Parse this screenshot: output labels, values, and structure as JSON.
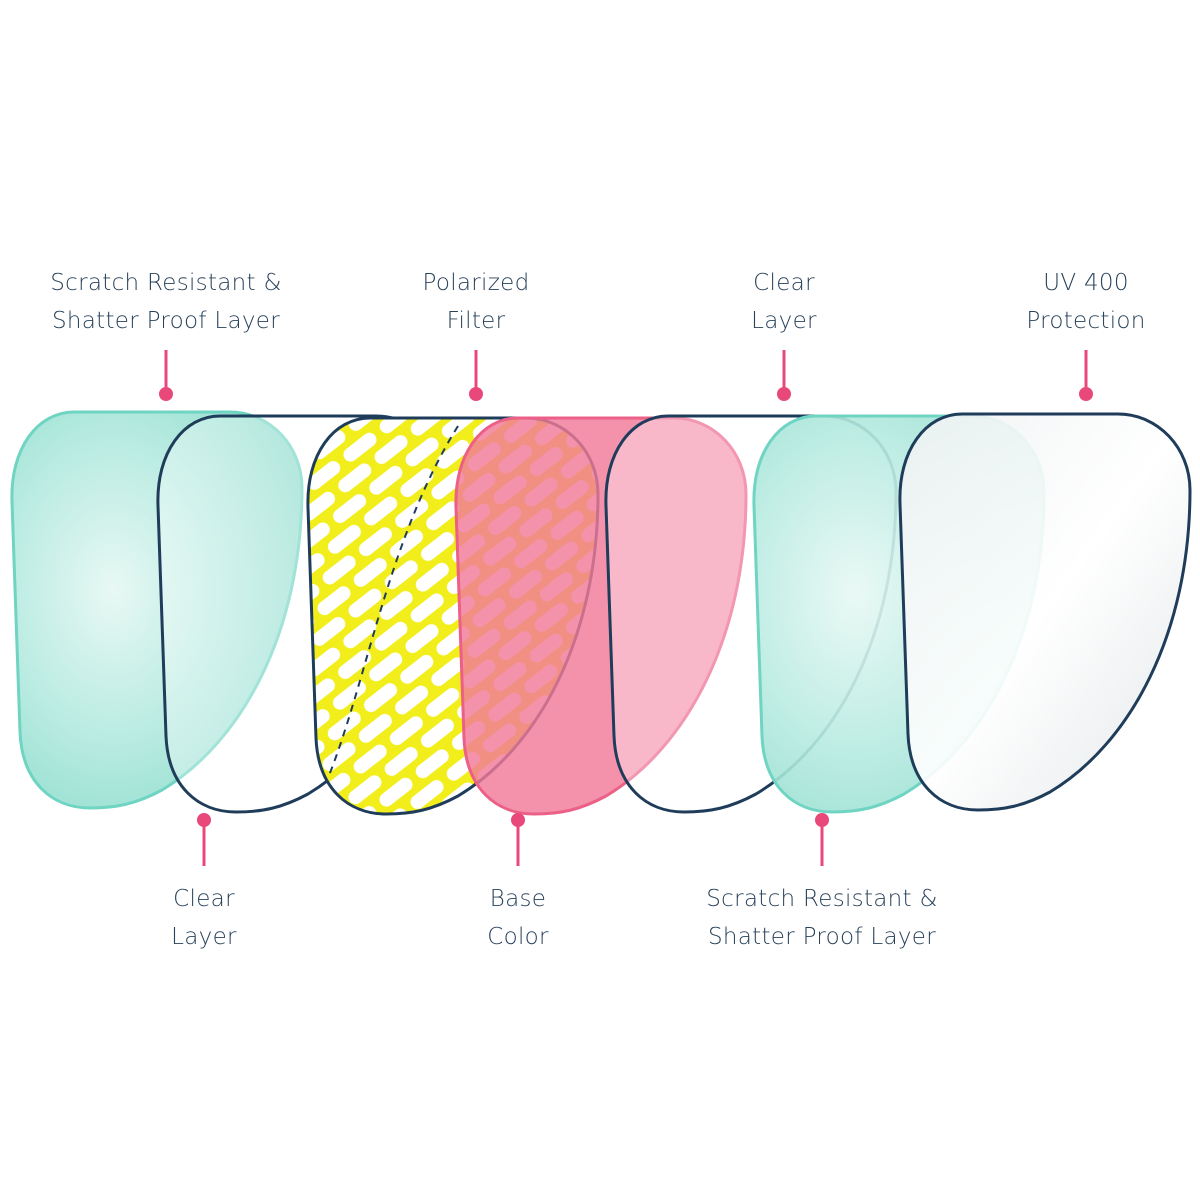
{
  "colors": {
    "teal": "#9fe3d7",
    "teal_edge": "#6fd4c2",
    "navy": "#1f3d5a",
    "yellow": "#f2ee1c",
    "pink": "#f27a9a",
    "pink_edge": "#ec5f87",
    "marker": "#e8497a",
    "text": "#28425a"
  },
  "labels": {
    "top": [
      {
        "line1": "Scratch Resistant &",
        "line2": "Shatter Proof Layer"
      },
      {
        "line1": "Polarized",
        "line2": "Filter"
      },
      {
        "line1": "Clear",
        "line2": "Layer"
      },
      {
        "line1": "UV 400",
        "line2": "Protection"
      }
    ],
    "bottom": [
      {
        "line1": "Clear",
        "line2": "Layer"
      },
      {
        "line1": "Base",
        "line2": "Color"
      },
      {
        "line1": "Scratch Resistant &",
        "line2": "Shatter Proof Layer"
      }
    ]
  },
  "layers": [
    {
      "icon": "teal-lens-icon"
    },
    {
      "icon": "clear-lens-icon"
    },
    {
      "icon": "polarized-lens-icon"
    },
    {
      "icon": "pink-lens-icon"
    },
    {
      "icon": "clear-lens-icon"
    },
    {
      "icon": "teal-lens-icon"
    },
    {
      "icon": "uv-lens-icon"
    }
  ]
}
